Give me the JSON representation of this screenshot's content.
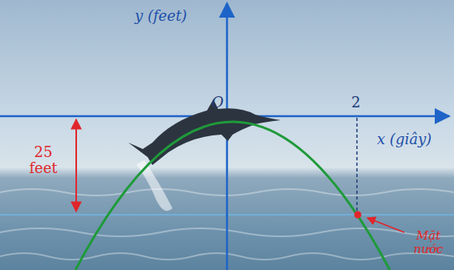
{
  "diagram": {
    "labels": [
      "y (feet)",
      "O",
      "2",
      "x (giây)",
      "25 feet",
      "Mặt nước"
    ]
  }
}
